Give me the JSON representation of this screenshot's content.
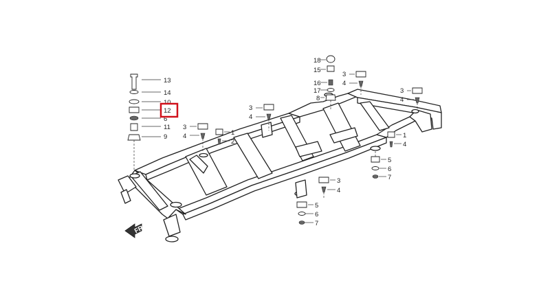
{
  "diagram": {
    "highlight_color": "#d0101a",
    "highlighted_callout": "12",
    "left_stack": [
      "13",
      "14",
      "10",
      "12",
      "6",
      "11",
      "9"
    ],
    "upper_center": [
      "1",
      "2"
    ],
    "left_mid": [
      "3",
      "4"
    ],
    "center_mid": [
      "3",
      "4"
    ],
    "top_stack": [
      "18",
      "15",
      "16",
      "17",
      "8"
    ],
    "top_right_a": [
      "3",
      "4"
    ],
    "top_right_b": [
      "3",
      "4"
    ],
    "right_mid": [
      "1",
      "4"
    ],
    "right_lower": [
      "5",
      "6",
      "7"
    ],
    "center_low_a": [
      "3",
      "4"
    ],
    "center_low_b": [
      "5",
      "6",
      "7"
    ],
    "direction_label": "FR"
  }
}
